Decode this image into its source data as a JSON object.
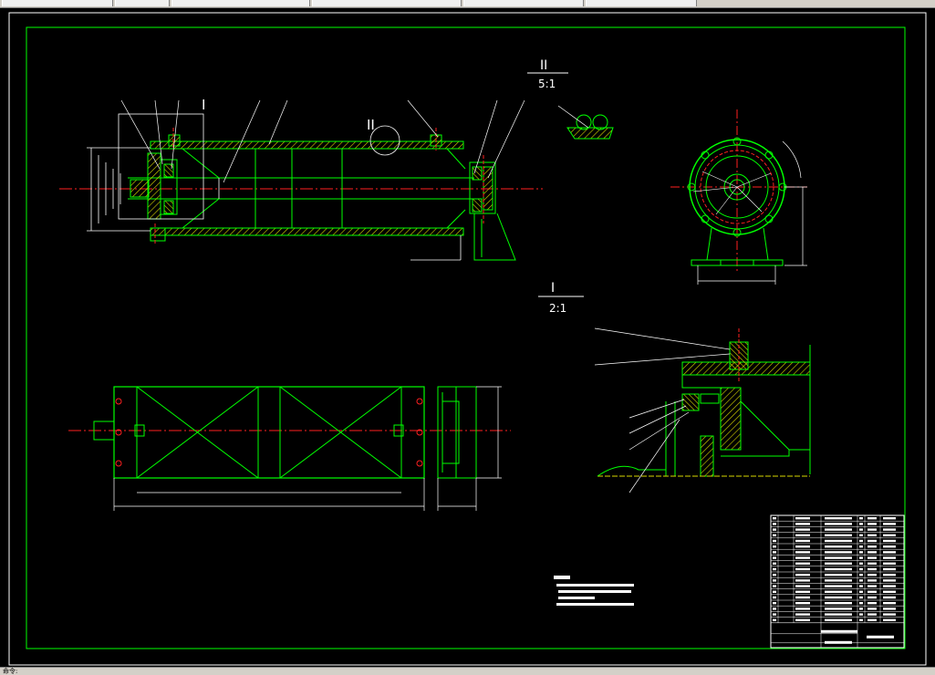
{
  "window": {
    "status_text": "命令:"
  },
  "colors": {
    "background": "#000000",
    "frame": "#00ff00",
    "hatch": "#d7d700",
    "centerline": "#ff2020",
    "dimension": "#ffffff",
    "border": "#ffffff"
  },
  "drawing": {
    "detail_II": {
      "roman": "II",
      "scale": "5:1"
    },
    "detail_I": {
      "roman": "I",
      "scale": "2:1"
    },
    "section_mark_I": "I",
    "section_mark_II": "II"
  }
}
